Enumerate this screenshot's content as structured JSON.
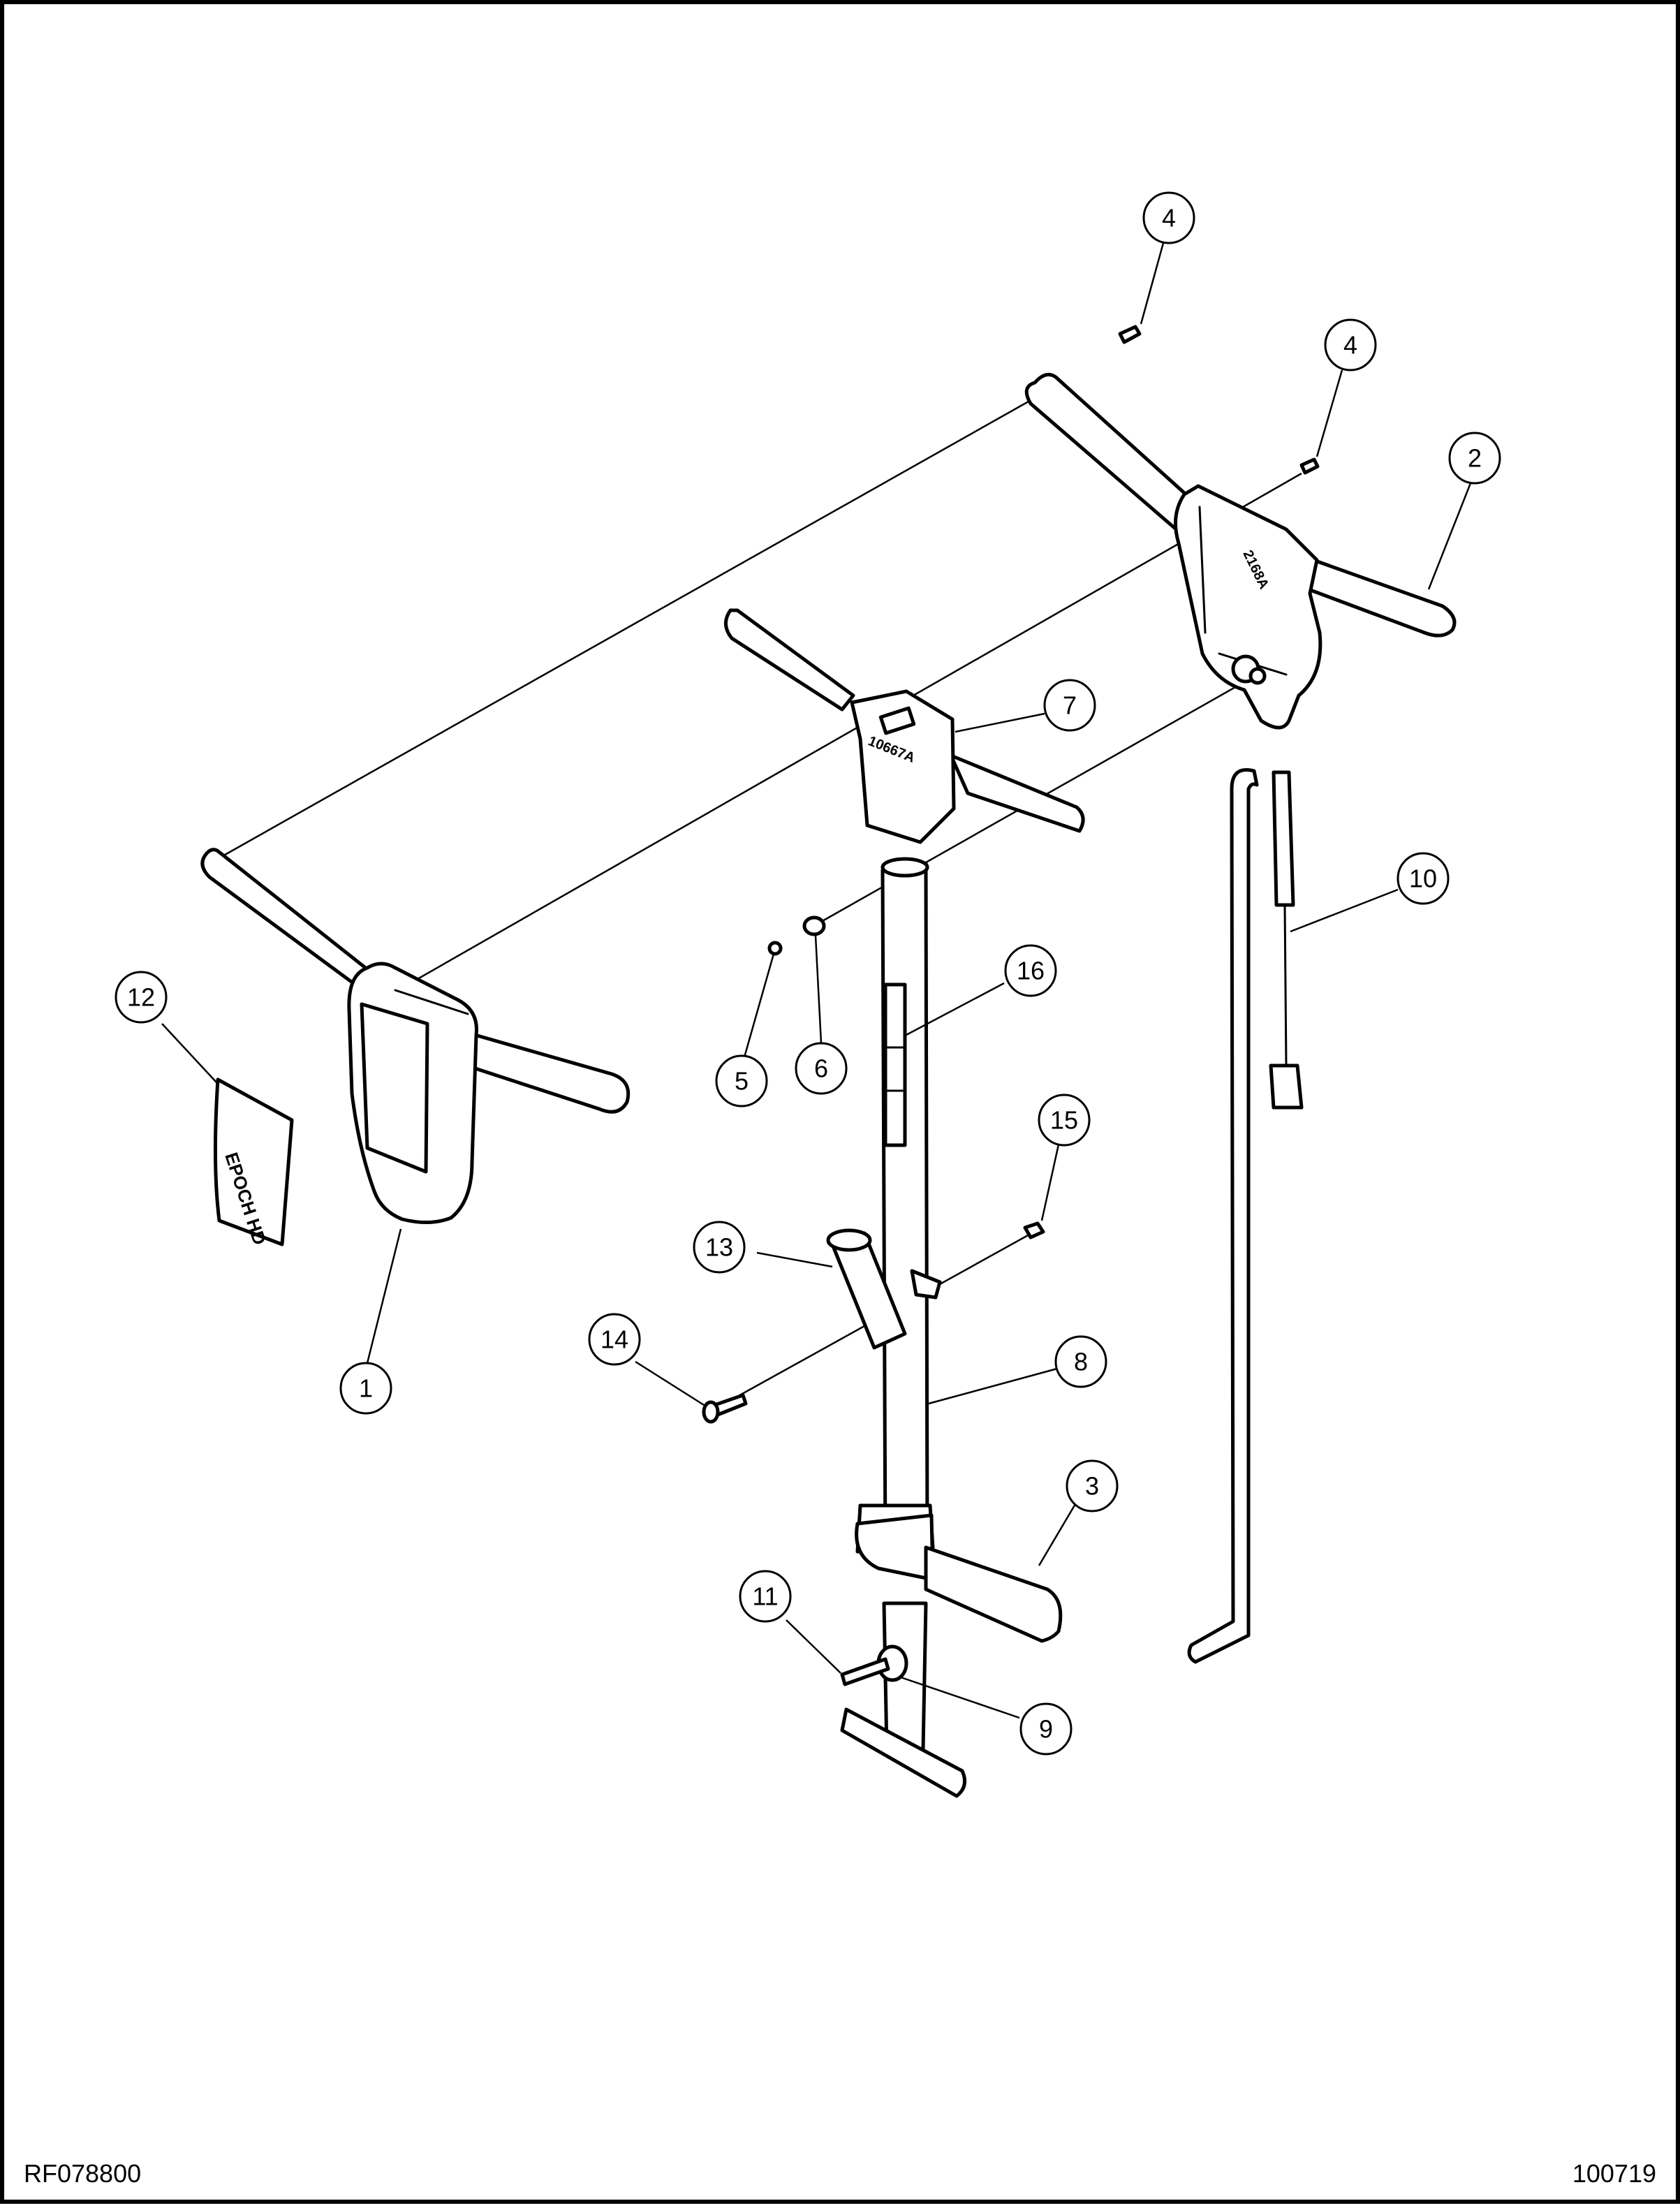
{
  "footer": {
    "drawing_number": "RF078800",
    "revision": "100719"
  },
  "callouts": [
    "4",
    "4",
    "2",
    "7",
    "10",
    "12",
    "16",
    "5",
    "6",
    "15",
    "1",
    "13",
    "14",
    "8",
    "3",
    "11",
    "9"
  ],
  "decal_text": "EPOCH HD",
  "stamp_7": "10667A",
  "stamp_2": "2168A"
}
